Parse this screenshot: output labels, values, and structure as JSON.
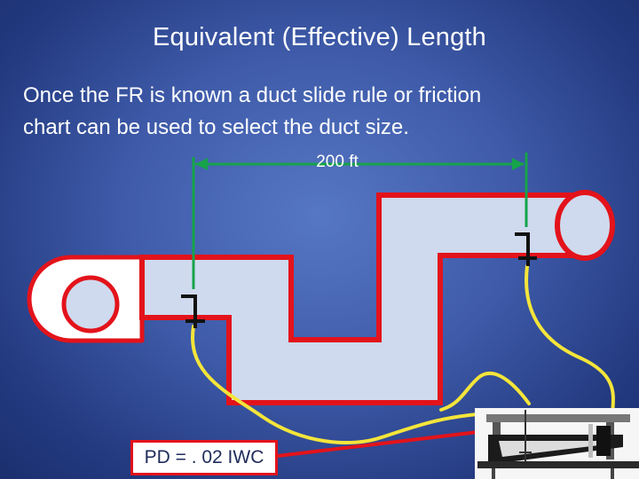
{
  "slide": {
    "title": "Equivalent (Effective) Length",
    "body_line1": "Once the FR is known a duct slide rule or friction",
    "body_line2": "chart can be used to select the duct size."
  },
  "diagram": {
    "dimension_label": "200 ft",
    "pressure_label": "PD = . 02 IWC"
  },
  "colors": {
    "background": "#3e5aa8",
    "duct_fill": "#cfdaee",
    "duct_outline": "#e3131b",
    "dimension_line": "#16a34a",
    "tubing": "#f4e53a"
  }
}
